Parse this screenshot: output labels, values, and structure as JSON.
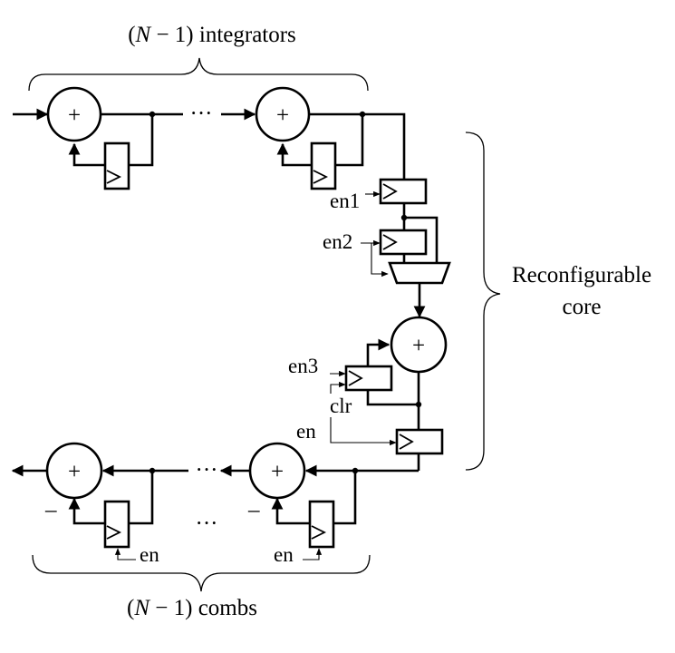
{
  "labels": {
    "integrators_prefix": "(",
    "integrators_N": "N",
    "integrators_suffix": " − 1) integrators",
    "combs_prefix": "(",
    "combs_N": "N",
    "combs_suffix": " − 1) combs",
    "core_line1": "Reconfigurable",
    "core_line2": "core",
    "en1": "en1",
    "en2": "en2",
    "en3": "en3",
    "clr": "clr",
    "en_core": "en",
    "en_comb1": "en",
    "en_comb2": "en",
    "adder_symbol": "+",
    "minus_symbol": "–",
    "ellipsis": "···"
  }
}
